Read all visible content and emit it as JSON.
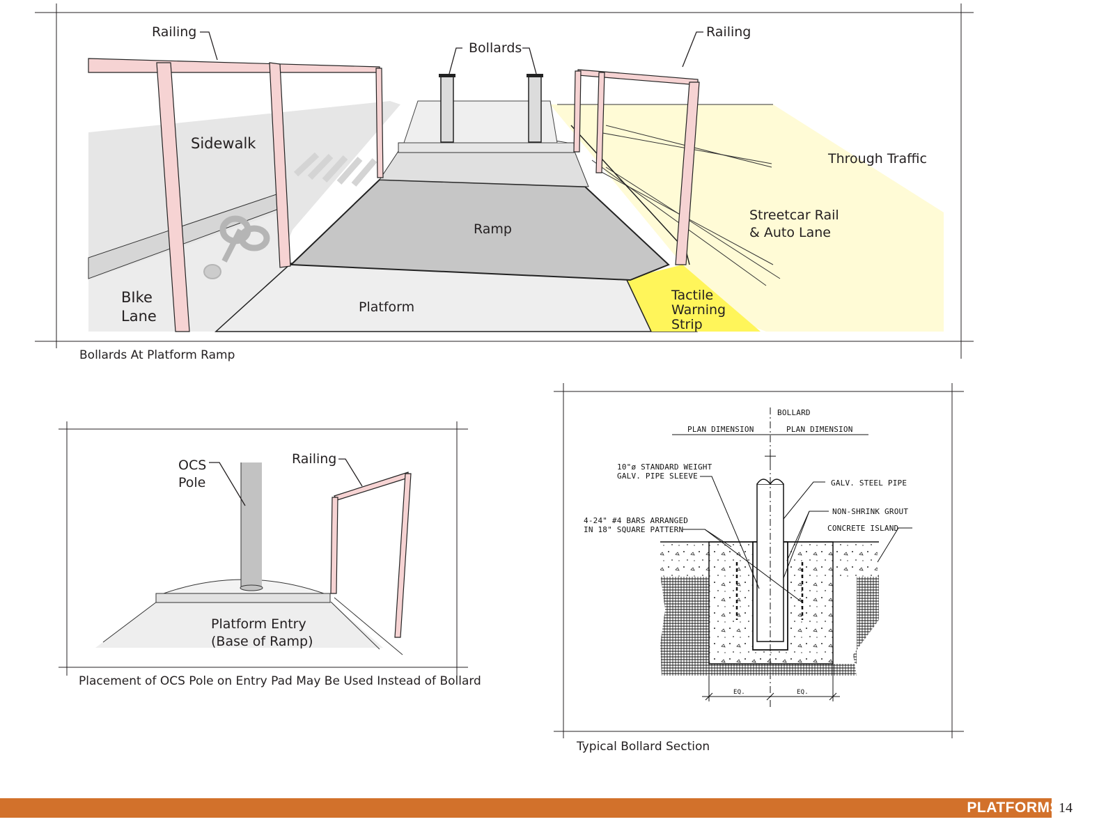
{
  "figure_top": {
    "caption": "Bollards At Platform Ramp",
    "labels": {
      "railing_left": "Railing",
      "bollards": "Bollards",
      "railing_right": "Railing",
      "sidewalk": "Sidewalk",
      "through_traffic": "Through Traffic",
      "streetcar_rail": "Streetcar Rail\n& Auto Lane",
      "ramp": "Ramp",
      "bike_lane": "BIke\nLane",
      "platform": "Platform",
      "tactile": "Tactile\nWarning\nStrip"
    }
  },
  "figure_left": {
    "caption": "Placement of OCS Pole on Entry Pad May Be Used Instead of Bollard",
    "labels": {
      "ocs_pole": "OCS\nPole",
      "railing": "Railing",
      "platform_entry": "Platform Entry\n(Base of Ramp)"
    }
  },
  "figure_right": {
    "caption": "Typical Bollard Section",
    "labels": {
      "bollard_cl": "BOLLARD",
      "plan_dim_left": "PLAN DIMENSION",
      "plan_dim_right": "PLAN DIMENSION",
      "pipe_sleeve": "10\"ø STANDARD WEIGHT\nGALV. PIPE SLEEVE",
      "steel_pipe": "GALV. STEEL PIPE",
      "grout": "NON-SHRINK GROUT",
      "bars": "4-24\" #4 BARS ARRANGED\nIN 18\" SQUARE PATTERN",
      "concrete_island": "CONCRETE ISLAND",
      "eq_left": "EQ.",
      "eq_right": "EQ."
    }
  },
  "footer": {
    "section": "PLATFORMS",
    "page": "14"
  },
  "colors": {
    "accent": "#d2712b",
    "railing_pink": "#f6d3d3",
    "tactile_yellow": "#fff55a",
    "traffic_yellow": "#fffbd6",
    "ramp_gray": "#c6c6c6"
  }
}
